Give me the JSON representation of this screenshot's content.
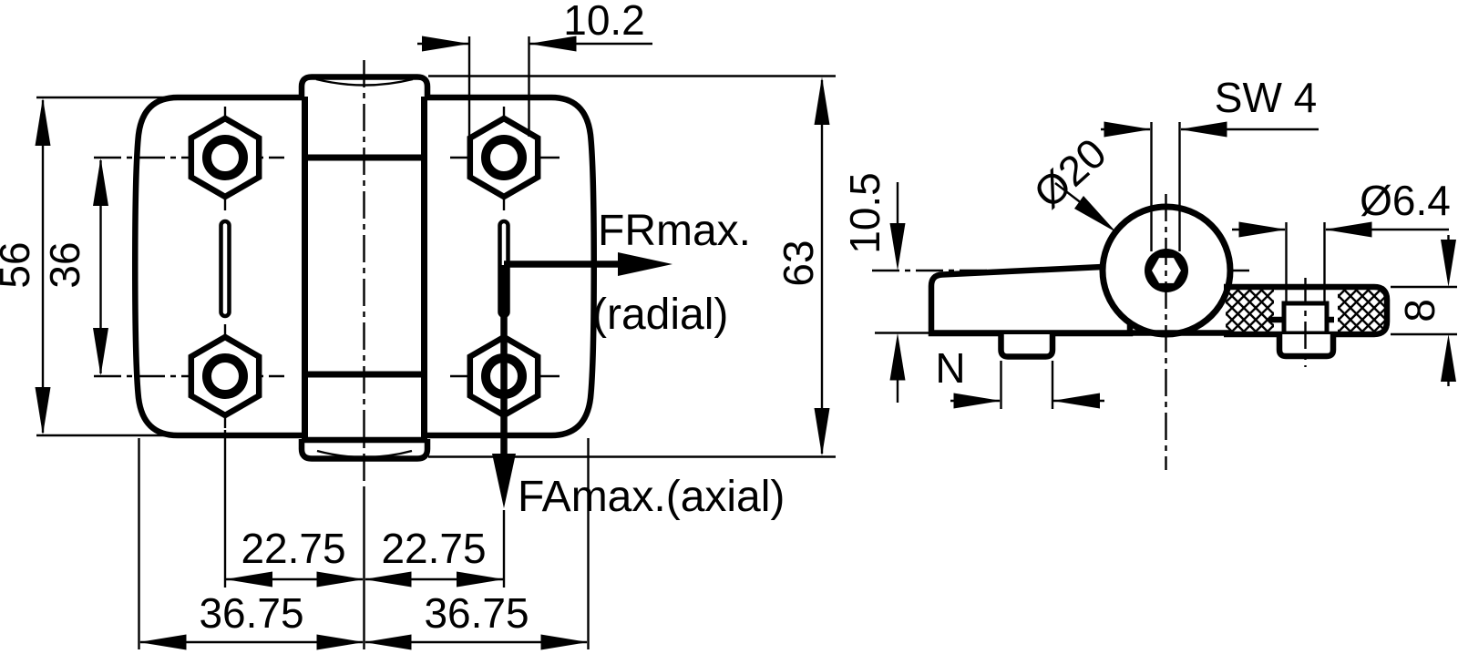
{
  "drawing": {
    "type": "technical-drawing",
    "subject": "hinge with hex socket screws, two orthographic views",
    "colors": {
      "line": "#000000",
      "background": "#ffffff"
    },
    "front_view": {
      "dim_slot_width": "10.2",
      "dim_body_height": "56",
      "dim_hole_spacing": "36",
      "dim_barrel_height": "63",
      "dim_left_hole_offset": "22.75",
      "dim_right_hole_offset": "22.75",
      "dim_left_half_width": "36.75",
      "dim_right_half_width": "36.75",
      "force_radial": "FRmax.",
      "force_radial_note": "(radial)",
      "force_axial": "FAmax.(axial)"
    },
    "side_view": {
      "dim_socket": "SW 4",
      "dim_knuckle_dia": "Ø20",
      "dim_hole_dia": "Ø6.4",
      "dim_axis_height": "10.5",
      "dim_tab_width": "N",
      "dim_thickness": "8"
    }
  }
}
